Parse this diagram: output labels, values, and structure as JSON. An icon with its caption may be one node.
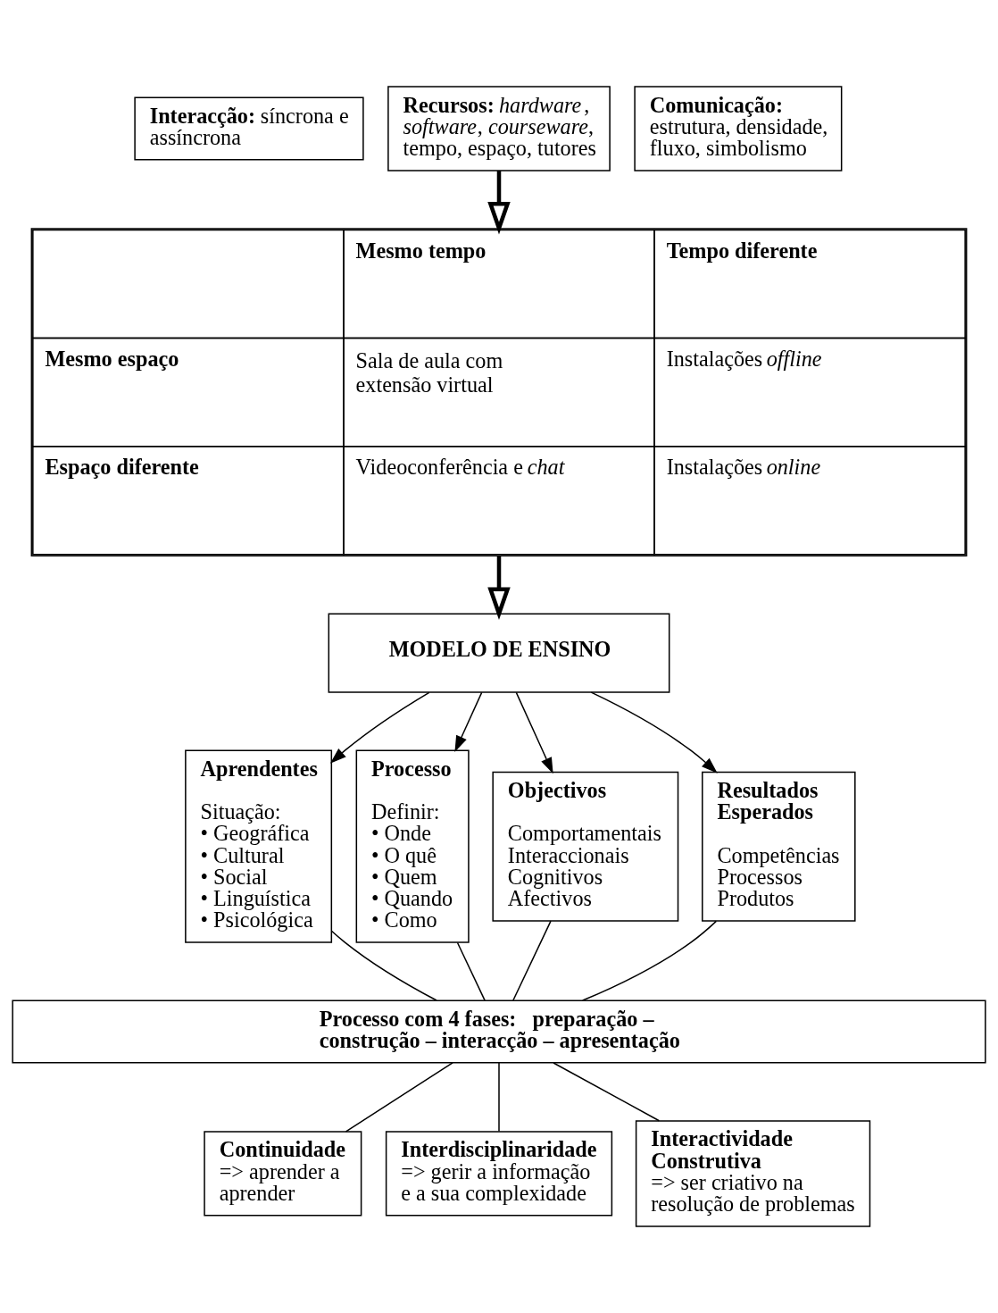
{
  "diagram": {
    "nodes": [
      {
        "text": [
          "**Interacção:** síncrona e assíncrona"
        ]
      },
      {
        "text": [
          "**Recursos:** *hardware*, *software*, *courseware*, tempo, espaço, tutores"
        ]
      },
      {
        "text": [
          "**Comunicação:** estrutura, densidade, fluxo, simbolismo"
        ]
      },
      {
        "text": [
          "Mesmo tempo",
          "Tempo diferente",
          "Mesmo espaço",
          "Sala de aula com extensão virtual",
          "Instalações *offline*",
          "Espaço diferente",
          "Videoconferência e *chat*",
          "Instalações *online*"
        ]
      },
      {
        "text": [
          "MODELO DE ENSINO"
        ]
      },
      {
        "text": [
          "Aprendentes",
          "Situação:",
          "• Geográfica",
          "• Cultural",
          "• Social",
          "• Linguística",
          "• Psicológica"
        ]
      },
      {
        "text": [
          "Processo",
          "Definir:",
          "• Onde",
          "• O quê",
          "• Quem",
          "• Quando",
          "• Como"
        ]
      },
      {
        "text": [
          "Objectivos",
          "Comportamentais",
          "Interaccionais",
          "Cognitivos",
          "Afectivos"
        ]
      },
      {
        "text": [
          "Resultados Esperados",
          "Competências",
          "Processos",
          "Produtos"
        ]
      },
      {
        "text": [
          "Processo com 4 fases:   preparação – construção – interacção – apresentação"
        ]
      },
      {
        "text": [
          "Continuidade",
          "=> aprender a aprender"
        ]
      },
      {
        "text": [
          "Interdisciplinaridade",
          "=> gerir a informação e a sua complexidade"
        ]
      },
      {
        "text": [
          "Interactividade Construtiva",
          "=> ser criativo na resolução de problemas"
        ]
      }
    ],
    "edges": [
      {
        "from": 1,
        "to": 3,
        "arrow": "to",
        "style": "thick"
      },
      {
        "from": 3,
        "to": 4,
        "arrow": "to",
        "style": "thick"
      },
      {
        "from": 4,
        "to": 5,
        "arrow": "to"
      },
      {
        "from": 4,
        "to": 6,
        "arrow": "to"
      },
      {
        "from": 4,
        "to": 7,
        "arrow": "to"
      },
      {
        "from": 4,
        "to": 8,
        "arrow": "to"
      },
      {
        "from": 5,
        "to": 9,
        "arrow": "none"
      },
      {
        "from": 6,
        "to": 9,
        "arrow": "none"
      },
      {
        "from": 7,
        "to": 9,
        "arrow": "none"
      },
      {
        "from": 8,
        "to": 9,
        "arrow": "none"
      },
      {
        "from": 9,
        "to": 10,
        "arrow": "none"
      },
      {
        "from": 9,
        "to": 11,
        "arrow": "none"
      },
      {
        "from": 9,
        "to": 12,
        "arrow": "none"
      }
    ]
  }
}
